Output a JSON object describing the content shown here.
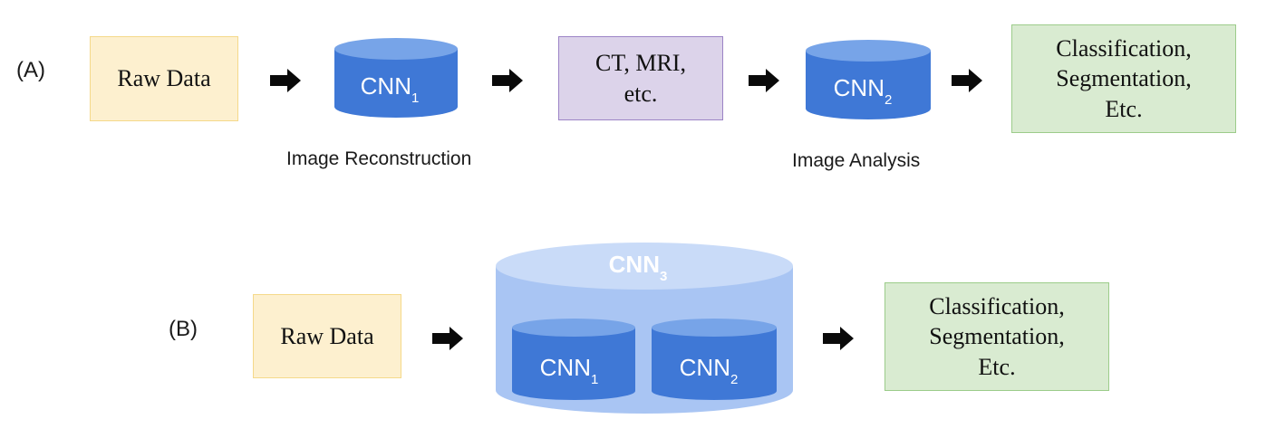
{
  "panel_a": {
    "tag": "(A)",
    "raw": "Raw Data",
    "cnn_a": {
      "name": "CNN",
      "sub": "1"
    },
    "ct": {
      "line1": "CT, MRI,",
      "line2": "etc."
    },
    "cnn_b": {
      "name": "CNN",
      "sub": "2"
    },
    "output": {
      "line1": "Classification,",
      "line2": "Segmentation,",
      "line3": "Etc."
    },
    "caption_recon": "Image Reconstruction",
    "caption_analysis": "Image Analysis"
  },
  "panel_b": {
    "tag": "(B)",
    "raw": "Raw Data",
    "cnn_outer": {
      "name": "CNN",
      "sub": "3"
    },
    "cnn_inner1": {
      "name": "CNN",
      "sub": "1"
    },
    "cnn_inner2": {
      "name": "CNN",
      "sub": "2"
    },
    "output": {
      "line1": "Classification,",
      "line2": "Segmentation,",
      "line3": "Etc."
    }
  },
  "colors": {
    "raw_fill": "#fdf0cf",
    "ct_fill": "#dcd3ea",
    "output_fill": "#d9ebd1",
    "cylinder_dark": "#3f78d6",
    "cylinder_top": "#77a4e8",
    "cylinder_light": "#a9c5f3",
    "cylinder_light_top": "#c9dbf8"
  }
}
